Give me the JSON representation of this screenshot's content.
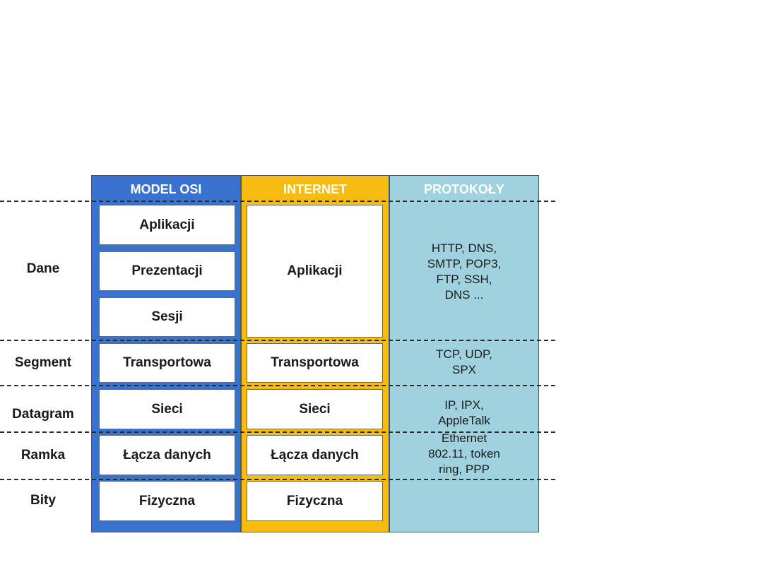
{
  "headers": {
    "osi": "MODEL OSI",
    "internet": "INTERNET",
    "protocols": "PROTOKOŁY"
  },
  "units": [
    "Dane",
    "Segment",
    "Datagram",
    "Ramka",
    "Bity"
  ],
  "osi_layers": [
    "Aplikacji",
    "Prezentacji",
    "Sesji",
    "Transportowa",
    "Sieci",
    "Łącza danych",
    "Fizyczna"
  ],
  "internet_layers": [
    "Aplikacji",
    "Transportowa",
    "Sieci",
    "Łącza danych",
    "Fizyczna"
  ],
  "protocols": [
    [
      "HTTP, DNS,",
      "SMTP, POP3,",
      "FTP, SSH,",
      "DNS ..."
    ],
    [
      "TCP, UDP,",
      "SPX"
    ],
    [
      "IP, IPX,",
      "AppleTalk"
    ],
    [
      "Ethernet",
      "802.11, token",
      "ring, PPP"
    ]
  ],
  "colors": {
    "osi": "#3a72cf",
    "internet": "#f8bb12",
    "protocols": "#9fd2de"
  }
}
